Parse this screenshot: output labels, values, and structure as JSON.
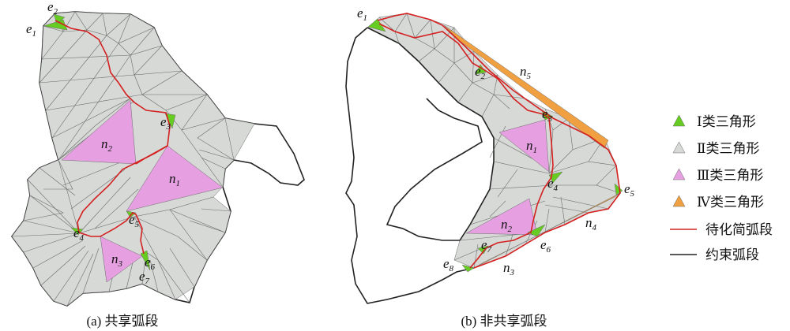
{
  "panel_a": {
    "caption": "(a) 共享弧段",
    "labels": {
      "e1": {
        "base": "e",
        "sub": "1"
      },
      "e2": {
        "base": "e",
        "sub": "2"
      },
      "e3": {
        "base": "e",
        "sub": "3"
      },
      "e4": {
        "base": "e",
        "sub": "4"
      },
      "e5": {
        "base": "e",
        "sub": "5"
      },
      "e6": {
        "base": "e",
        "sub": "6"
      },
      "e7": {
        "base": "e",
        "sub": "7"
      },
      "n1": {
        "base": "n",
        "sub": "1"
      },
      "n2": {
        "base": "n",
        "sub": "2"
      },
      "n3": {
        "base": "n",
        "sub": "3"
      }
    }
  },
  "panel_b": {
    "caption": "(b) 非共享弧段",
    "labels": {
      "e1": {
        "base": "e",
        "sub": "1"
      },
      "e2": {
        "base": "e",
        "sub": "2"
      },
      "e3": {
        "base": "e",
        "sub": "3"
      },
      "e4": {
        "base": "e",
        "sub": "4"
      },
      "e5": {
        "base": "e",
        "sub": "5"
      },
      "e6": {
        "base": "e",
        "sub": "6"
      },
      "e7": {
        "base": "e",
        "sub": "7"
      },
      "e8": {
        "base": "e",
        "sub": "8"
      },
      "n1": {
        "base": "n",
        "sub": "1"
      },
      "n2": {
        "base": "n",
        "sub": "2"
      },
      "n3": {
        "base": "n",
        "sub": "3"
      },
      "n4": {
        "base": "n",
        "sub": "4"
      },
      "n5": {
        "base": "n",
        "sub": "5"
      }
    }
  },
  "legend": {
    "type1": "Ⅰ类三角形",
    "type2": "Ⅱ类三角形",
    "type3": "Ⅲ类三角形",
    "type4": "Ⅳ类三角形",
    "arc_simplify": "待化简弧段",
    "arc_constraint": "约束弧段"
  },
  "colors": {
    "type1": "#66cc22",
    "type2": "#d6d9d6",
    "type3": "#e6a0e2",
    "type4": "#f0a040",
    "arc_simplify": "#d42020",
    "arc_constraint": "#222222",
    "edge": "#6b6b6b"
  }
}
